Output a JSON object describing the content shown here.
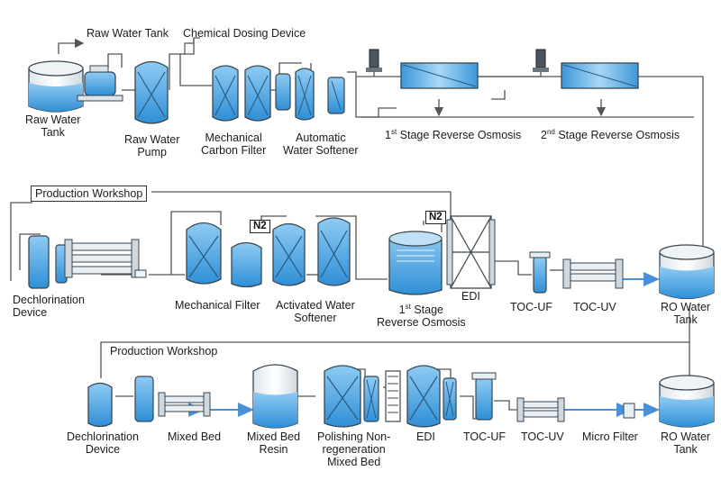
{
  "colors": {
    "water_light": "#cfe8fb",
    "water": "#5aaee8",
    "water_dark": "#2b86cf",
    "outline": "#3a4650",
    "pipe": "#555555",
    "flow_arrow": "#4a90d9"
  },
  "top_row": {
    "labels": {
      "raw_water_tank_top": "Raw Water Tank",
      "chemical_dosing": "Chemical Dosing Device",
      "raw_water_tank": "Raw Water\nTank",
      "raw_water_pump": "Raw Water\nPump",
      "mechanical_carbon": "Mechanical\nCarbon Filter",
      "water_softener": "Automatic\nWater Softener",
      "ro1_prefix": "1",
      "ro1_sup": "st",
      "ro1_text": " Stage Reverse Osmosis",
      "ro2_prefix": "2",
      "ro2_sup": "nd",
      "ro2_text": " Stage Reverse Osmosis"
    }
  },
  "middle_row": {
    "title": "Production Workshop",
    "labels": {
      "dechlorination": "Dechlorination\nDevice",
      "mechanical_filter": "Mechanical Filter",
      "activated_softener": "Activated Water\nSoftener",
      "ro_prefix": "1",
      "ro_sup": "st",
      "ro_text": " Stage\nReverse Osmosis",
      "edi": "EDI",
      "toc_uf": "TOC-UF",
      "toc_uv": "TOC-UV",
      "ro_water_tank": "RO Water\nTank",
      "n2_a": "N2",
      "n2_b": "N2"
    }
  },
  "bottom_row": {
    "title": "Production Workshop",
    "labels": {
      "dechlorination": "Dechlorination\nDevice",
      "mixed_bed": "Mixed Bed",
      "mixed_bed_resin": "Mixed Bed\nResin",
      "polishing": "Polishing Non-\nregeneration\nMixed Bed",
      "edi": "EDI",
      "toc_uf": "TOC-UF",
      "toc_uv": "TOC-UV",
      "micro_filter": "Micro Filter",
      "ro_water_tank": "RO Water\nTank"
    }
  }
}
